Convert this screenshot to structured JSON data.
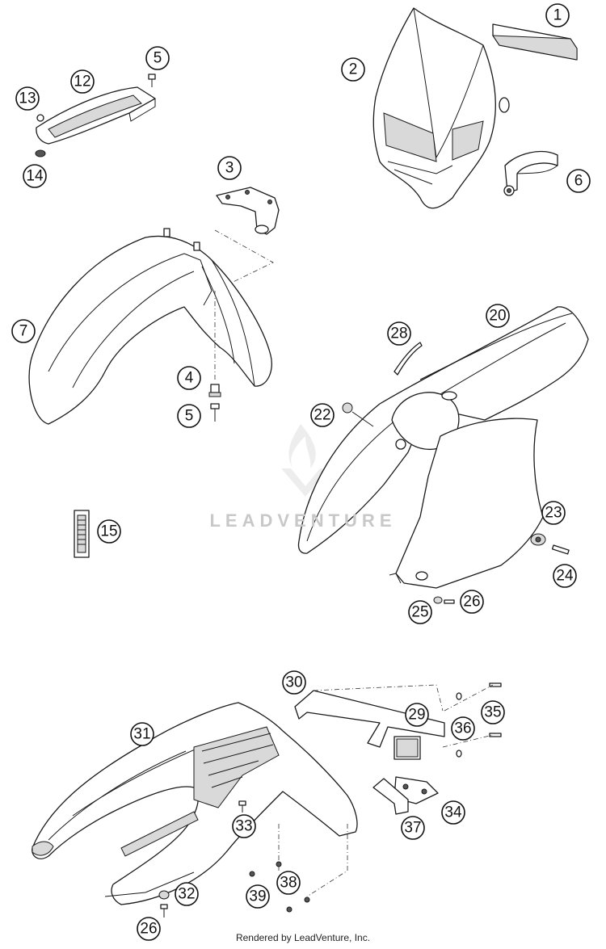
{
  "diagram": {
    "callouts": [
      "1",
      "2",
      "3",
      "4",
      "5",
      "5",
      "6",
      "7",
      "12",
      "13",
      "14",
      "15",
      "20",
      "22",
      "23",
      "24",
      "25",
      "26",
      "26",
      "28",
      "29",
      "30",
      "31",
      "32",
      "33",
      "34",
      "35",
      "36",
      "37",
      "38",
      "39"
    ]
  },
  "watermark": {
    "text": "LEADVENTURE"
  },
  "footer": {
    "text": "Rendered by LeadVenture, Inc."
  }
}
